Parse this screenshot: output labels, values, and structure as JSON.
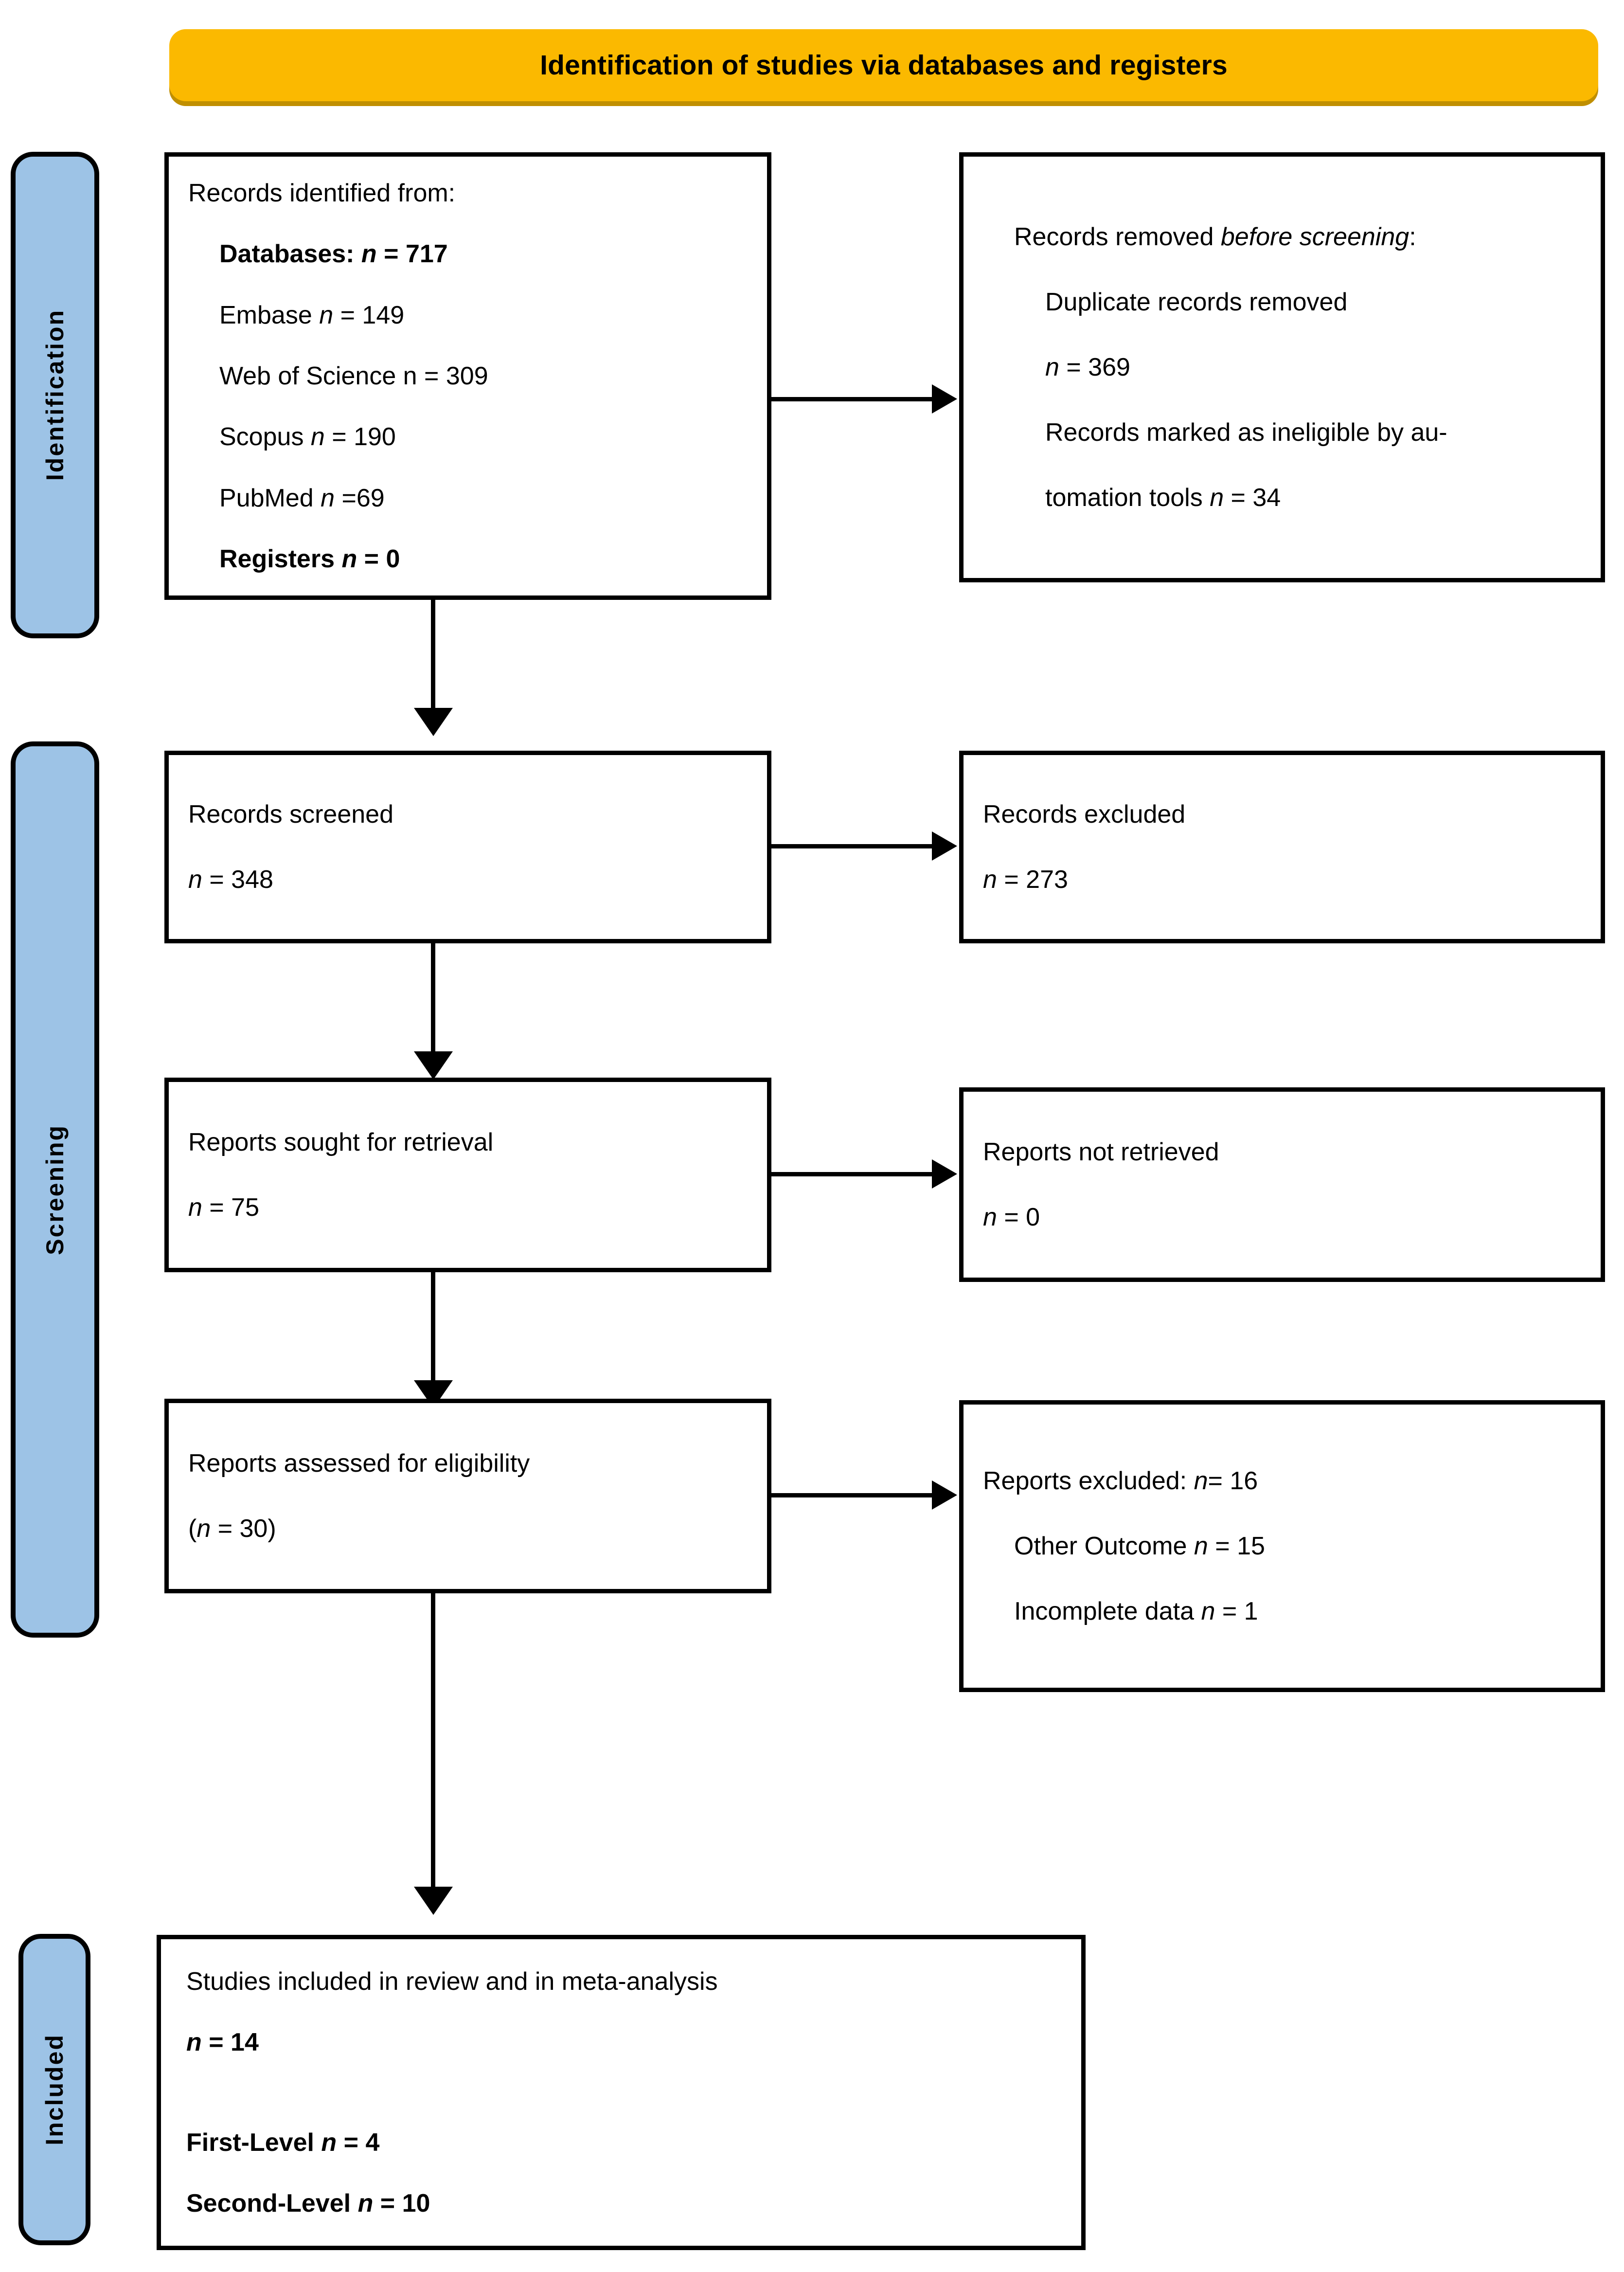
{
  "banner": {
    "title": "Identification of studies via databases and registers"
  },
  "stages": [
    {
      "id": "identification",
      "label": "Identification"
    },
    {
      "id": "screening",
      "label": "Screening"
    },
    {
      "id": "included",
      "label": "Included"
    }
  ],
  "boxes": {
    "records_identified": {
      "heading": "Records identified from:",
      "databases_label": "Databases:",
      "databases_n": "n = 717",
      "sources": [
        {
          "name": "Embase",
          "n_italic": "n",
          "n_value": " = 149"
        },
        {
          "name": "Web of Science",
          "n_italic": "n",
          "n_value": " = 309",
          "plain_n": true
        },
        {
          "name": "Scopus",
          "n_italic": "n",
          "n_value": " = 190"
        },
        {
          "name": "PubMed",
          "n_italic": "n",
          "n_value": " =69"
        }
      ],
      "registers_label": "Registers",
      "registers_n": "n = 0",
      "line_embase": "Embase",
      "line_embase_val": " = 149",
      "line_wos": "Web of Science n = 309",
      "line_scopus": "Scopus",
      "line_scopus_val": " = 190",
      "line_pubmed": "PubMed",
      "line_pubmed_val": " =69"
    },
    "records_removed": {
      "heading_plain": "Records removed ",
      "heading_italic": "before screening",
      "heading_tail": ":",
      "duplicate_label": "Duplicate records removed",
      "duplicate_n_italic": "n",
      "duplicate_n_value": " = 369",
      "ineligible_line1": "Records marked as ineligible by au-",
      "ineligible_line2_plain": "tomation tools ",
      "ineligible_n_italic": "n",
      "ineligible_n_value": " = 34"
    },
    "records_screened": {
      "label": "Records screened",
      "n_italic": "n",
      "n_value": " = 348"
    },
    "records_excluded": {
      "label": "Records excluded",
      "n_italic": "n",
      "n_value": " = 273"
    },
    "reports_sought": {
      "label": "Reports sought for retrieval",
      "n_italic": "n",
      "n_value": " = 75"
    },
    "reports_not_retrieved": {
      "label": "Reports not retrieved",
      "n_italic": "n",
      "n_value": " = 0"
    },
    "reports_assessed": {
      "label": "Reports assessed for eligibility",
      "n_prefix": "(",
      "n_italic": "n",
      "n_value": " = 30)"
    },
    "reports_excluded": {
      "heading_plain": "Reports excluded: ",
      "heading_n_italic": "n",
      "heading_n_value": "= 16",
      "reason1_plain": "Other Outcome ",
      "reason1_n_italic": "n",
      "reason1_n_value": " = 15",
      "reason2_plain": "Incomplete data ",
      "reason2_n_italic": "n",
      "reason2_n_value": " = 1"
    },
    "studies_included": {
      "heading": "Studies included in review and in meta-analysis",
      "total_n_italic": "n",
      "total_n_value": " = 14",
      "first_level_label": "First-Level ",
      "first_level_n_italic": "n",
      "first_level_n_value": " = 4",
      "second_level_label": "Second-Level ",
      "second_level_n_italic": "n",
      "second_level_n_value": " = 10"
    }
  },
  "colors": {
    "banner_bg": "#FBB900",
    "banner_shadow": "#C08F00",
    "stage_bg": "#9DC3E6",
    "line": "#000000",
    "box_bg": "#FFFFFF"
  }
}
